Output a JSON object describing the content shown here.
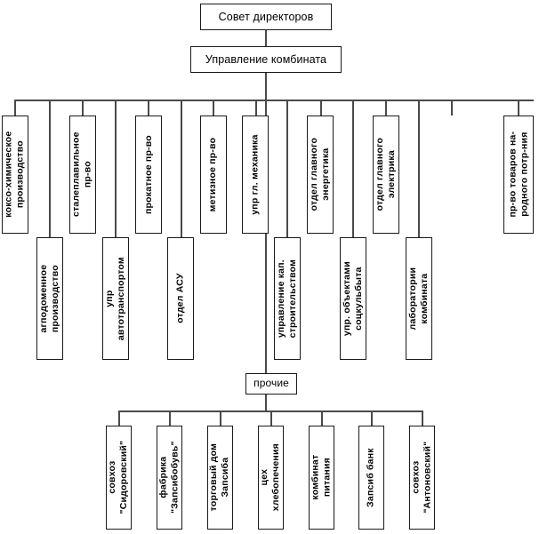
{
  "diagram": {
    "title_top": "Совет директоров",
    "title_second": "Управление комбината",
    "other_label": "прочие",
    "line_color": "#4a4a4a",
    "box_border_color": "#1a1a1a",
    "background": "#ffffff"
  },
  "level1": {
    "label": "Совет директоров"
  },
  "level2": {
    "label": "Управление комбината"
  },
  "divisions_row1": [
    {
      "label": "коксо-химическое производство"
    },
    {
      "label": "сталеплавильное пр-во"
    },
    {
      "label": "прокатное пр-во"
    },
    {
      "label": "метизное пр-во"
    },
    {
      "label": "упр гл. механика"
    },
    {
      "label": "отдел главного энергетика"
    },
    {
      "label": "отдел главного электрика"
    },
    {
      "label": "пр-во товаров на- родного потр-ния"
    }
  ],
  "divisions_row2": [
    {
      "label": "агподоменное производство"
    },
    {
      "label": "упр автотранспортом"
    },
    {
      "label": "отдел АСУ"
    },
    {
      "label": "управление кап. строительством"
    },
    {
      "label": "упр. объектами соцкульбыта"
    },
    {
      "label": "лаборатории комбината"
    }
  ],
  "other": {
    "label": "прочие"
  },
  "other_children": [
    {
      "label": "совхоз \"Сидоровский\""
    },
    {
      "label": "фабрика \"Запсибобувь\""
    },
    {
      "label": "торговый дом Запсиба"
    },
    {
      "label": "цех хлебопечения"
    },
    {
      "label": "комбинат питания"
    },
    {
      "label": "Запсиб банк"
    },
    {
      "label": "совхоз \"Антоновский\""
    }
  ]
}
